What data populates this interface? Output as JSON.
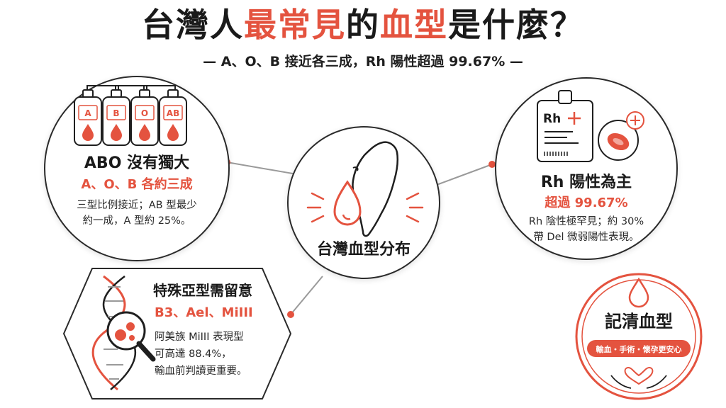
{
  "header": {
    "title_part1": "台灣人",
    "title_part2": "最常見",
    "title_part3": "的",
    "title_part4": "血型",
    "title_part5": "是什麼？",
    "subtitle": "— A、O、B 接近各三成，Rh 陽性超過 99.67% —"
  },
  "hub": {
    "label": "台灣血型分布"
  },
  "abo": {
    "bag_labels": [
      "A",
      "B",
      "O",
      "AB"
    ],
    "heading": "ABO 沒有獨大",
    "highlight": "A、O、B 各約三成",
    "body_line1": "三型比例接近；AB 型最少",
    "body_line2": "約一成，A 型約 25%。"
  },
  "rh": {
    "card_label": "Rh",
    "heading": "Rh 陽性為主",
    "highlight": "超過 99.67%",
    "body_line1": "Rh 陰性極罕見；約 30%",
    "body_line2": "帶 Del 微弱陽性表現。"
  },
  "subtype": {
    "heading": "特殊亞型需留意",
    "highlight": "B3、Ael、MiIII",
    "body_line1": "阿美族 MiIII 表現型",
    "body_line2": "可高達 88.4%，",
    "body_line3": "輸血前判讀更重要。"
  },
  "stamp": {
    "heading": "記清血型",
    "tagline": "輸血・手術・懷孕更安心"
  },
  "colors": {
    "accent": "#e4533f",
    "ink": "#1a1a1a",
    "line": "#9a9a9a"
  }
}
